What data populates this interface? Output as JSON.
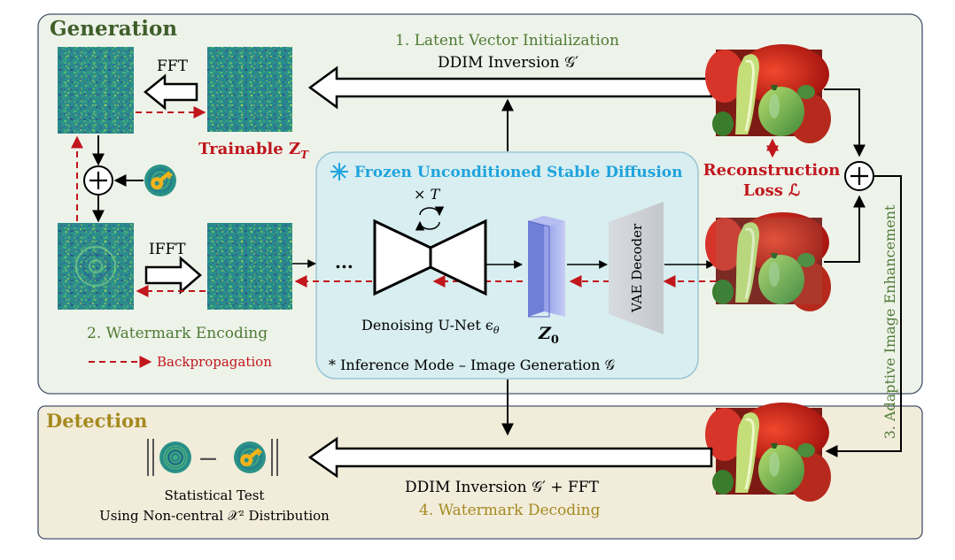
{
  "generation": {
    "title": "Generation",
    "latent_init_label": "1. Latent Vector Initialization",
    "ddim_inversion_label": "DDIM Inversion 𝒢′",
    "fft_label": "FFT",
    "ifft_label": "IFFT",
    "trainable_label": "Trainable Z",
    "trainable_sub": "T",
    "watermark_encoding_label": "2. Watermark Encoding",
    "backprop_label": "Backpropagation",
    "reconstruction_loss_line1": "Reconstruction",
    "reconstruction_loss_line2": "Loss ℒ",
    "adaptive_enhancement_label": "3. Adaptive Image Enhancement"
  },
  "diffusion": {
    "title": "Frozen Unconditioned Stable Diffusion",
    "times_t": "× T",
    "ellipsis": "...",
    "unet_label": "Denoising U-Net ϵ",
    "unet_sub": "θ",
    "z0_label": "Z",
    "z0_sub": "0",
    "vae_label": "VAE Decoder",
    "inference_note": "* Inference Mode – Image Generation 𝒢"
  },
  "detection": {
    "title": "Detection",
    "ddim_fft_label": "DDIM Inversion 𝒢′ + FFT",
    "decoding_label": "4. Watermark Decoding",
    "stat_test_line1": "Statistical Test",
    "stat_test_line2": "Using Non-central 𝒳² Distribution",
    "minus": "—"
  },
  "colors": {
    "generation_title": "#3f5f2a",
    "green_text": "#4f7a35",
    "red": "#c0161c",
    "diffusion_title": "#1fa3de",
    "detection_title": "#a58a20",
    "generation_bg": "#eef3ea",
    "detection_bg": "#f2ecdb",
    "diffusion_bg": "#d8eef0"
  }
}
